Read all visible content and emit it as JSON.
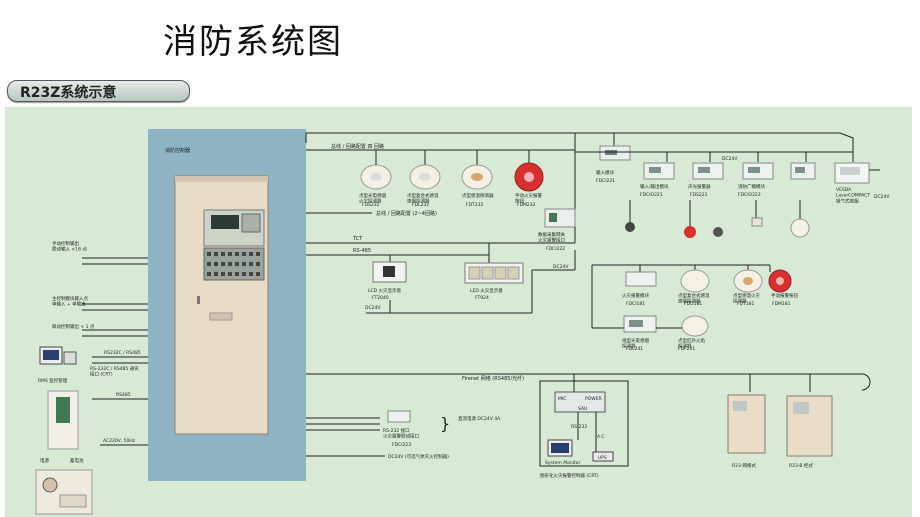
{
  "page": {
    "title": "消防系统图",
    "subtitle": "R23Z系统示意"
  },
  "panel": {
    "label": "消防控制器"
  },
  "buses": {
    "top": "总线 / 回路配置 四 回路",
    "mid": "总线 / 回路配置 (2~4回路)",
    "tct": "TCT",
    "rs485": "RS-485",
    "dc24v": "DC24V",
    "network": "Firenet 网络 (RS485/光纤)",
    "dc24v_right": "DC24V"
  },
  "left": {
    "items": [
      "手动控制输出\n联动输入 ×16 点",
      "主控制模块输入点\n单输入 + 单输出",
      "联动控制输出 + 1 点",
      "RS232C / RS485",
      "RS-232C / RS485 通讯\n接口 (CRT)",
      "RMS 监控管理",
      "RS485",
      "AC220V, 50Hz",
      "电源"
    ],
    "bottom_labels": [
      "电源",
      "蓄电池"
    ]
  },
  "detectors_top": [
    {
      "label": "点型光电感烟\n火灾探测器",
      "model": "FDS232"
    },
    {
      "label": "点型复合式感温\n感烟探测器",
      "model": "FDL232"
    },
    {
      "label": "点型感温探测器",
      "model": "FDT232"
    },
    {
      "label": "手动火灾报警\n按钮",
      "model": "FDM232"
    }
  ],
  "modules_top": [
    {
      "label": "输入模块",
      "model": "FDCI221"
    },
    {
      "label": "输入/输出模块",
      "model": "FDCIO221"
    },
    {
      "label": "声光报警器",
      "model": "FDS221"
    },
    {
      "label": "消防广播模块",
      "model": "FDCIO223"
    },
    {
      "label": "VESDA\nLaserCOMPACT\n吸气式感烟"
    }
  ],
  "displays": [
    {
      "label": "LCD 火灾显示盘",
      "model": "FT2040"
    },
    {
      "label": "LED 火灾显示盘",
      "model": "FT924"
    }
  ],
  "gateway": {
    "label": "数据采集网关\n火灾报警接口",
    "model": "FDCI222"
  },
  "detectors_bottom": [
    {
      "label": "火灾报警模块",
      "model": "FDCI181"
    },
    {
      "label": "点型复合式感温\n感烟探测器",
      "model": "FDO181"
    },
    {
      "label": "点型感温火灾\n探测器",
      "model": "FDT181"
    },
    {
      "label": "手动报警按钮",
      "model": "FDM181"
    },
    {
      "label": "线型光束感烟\n探测器",
      "model": "FDL241"
    },
    {
      "label": "点型红外火焰\n探测器",
      "model": "FDF241"
    }
  ],
  "power": {
    "label": "直流电源 DC24V 4A"
  },
  "power_module": {
    "label": "RS-232 接口\n火灾报警联动接口",
    "model": "FDCI223"
  },
  "dc_note": "DC24V (可选气体灭火控制器)",
  "system_monitor": {
    "title": "System Monitor",
    "caption": "图形化火灾报警控制器 (CRT)",
    "mic": "MIC",
    "power": "POWER",
    "sau": "SAU",
    "rs232": "RS-232",
    "ac": "A.C",
    "ups": "UPS"
  },
  "cabinets": [
    {
      "label": "R23-网络式"
    },
    {
      "label": "R23-B 柜式"
    }
  ]
}
